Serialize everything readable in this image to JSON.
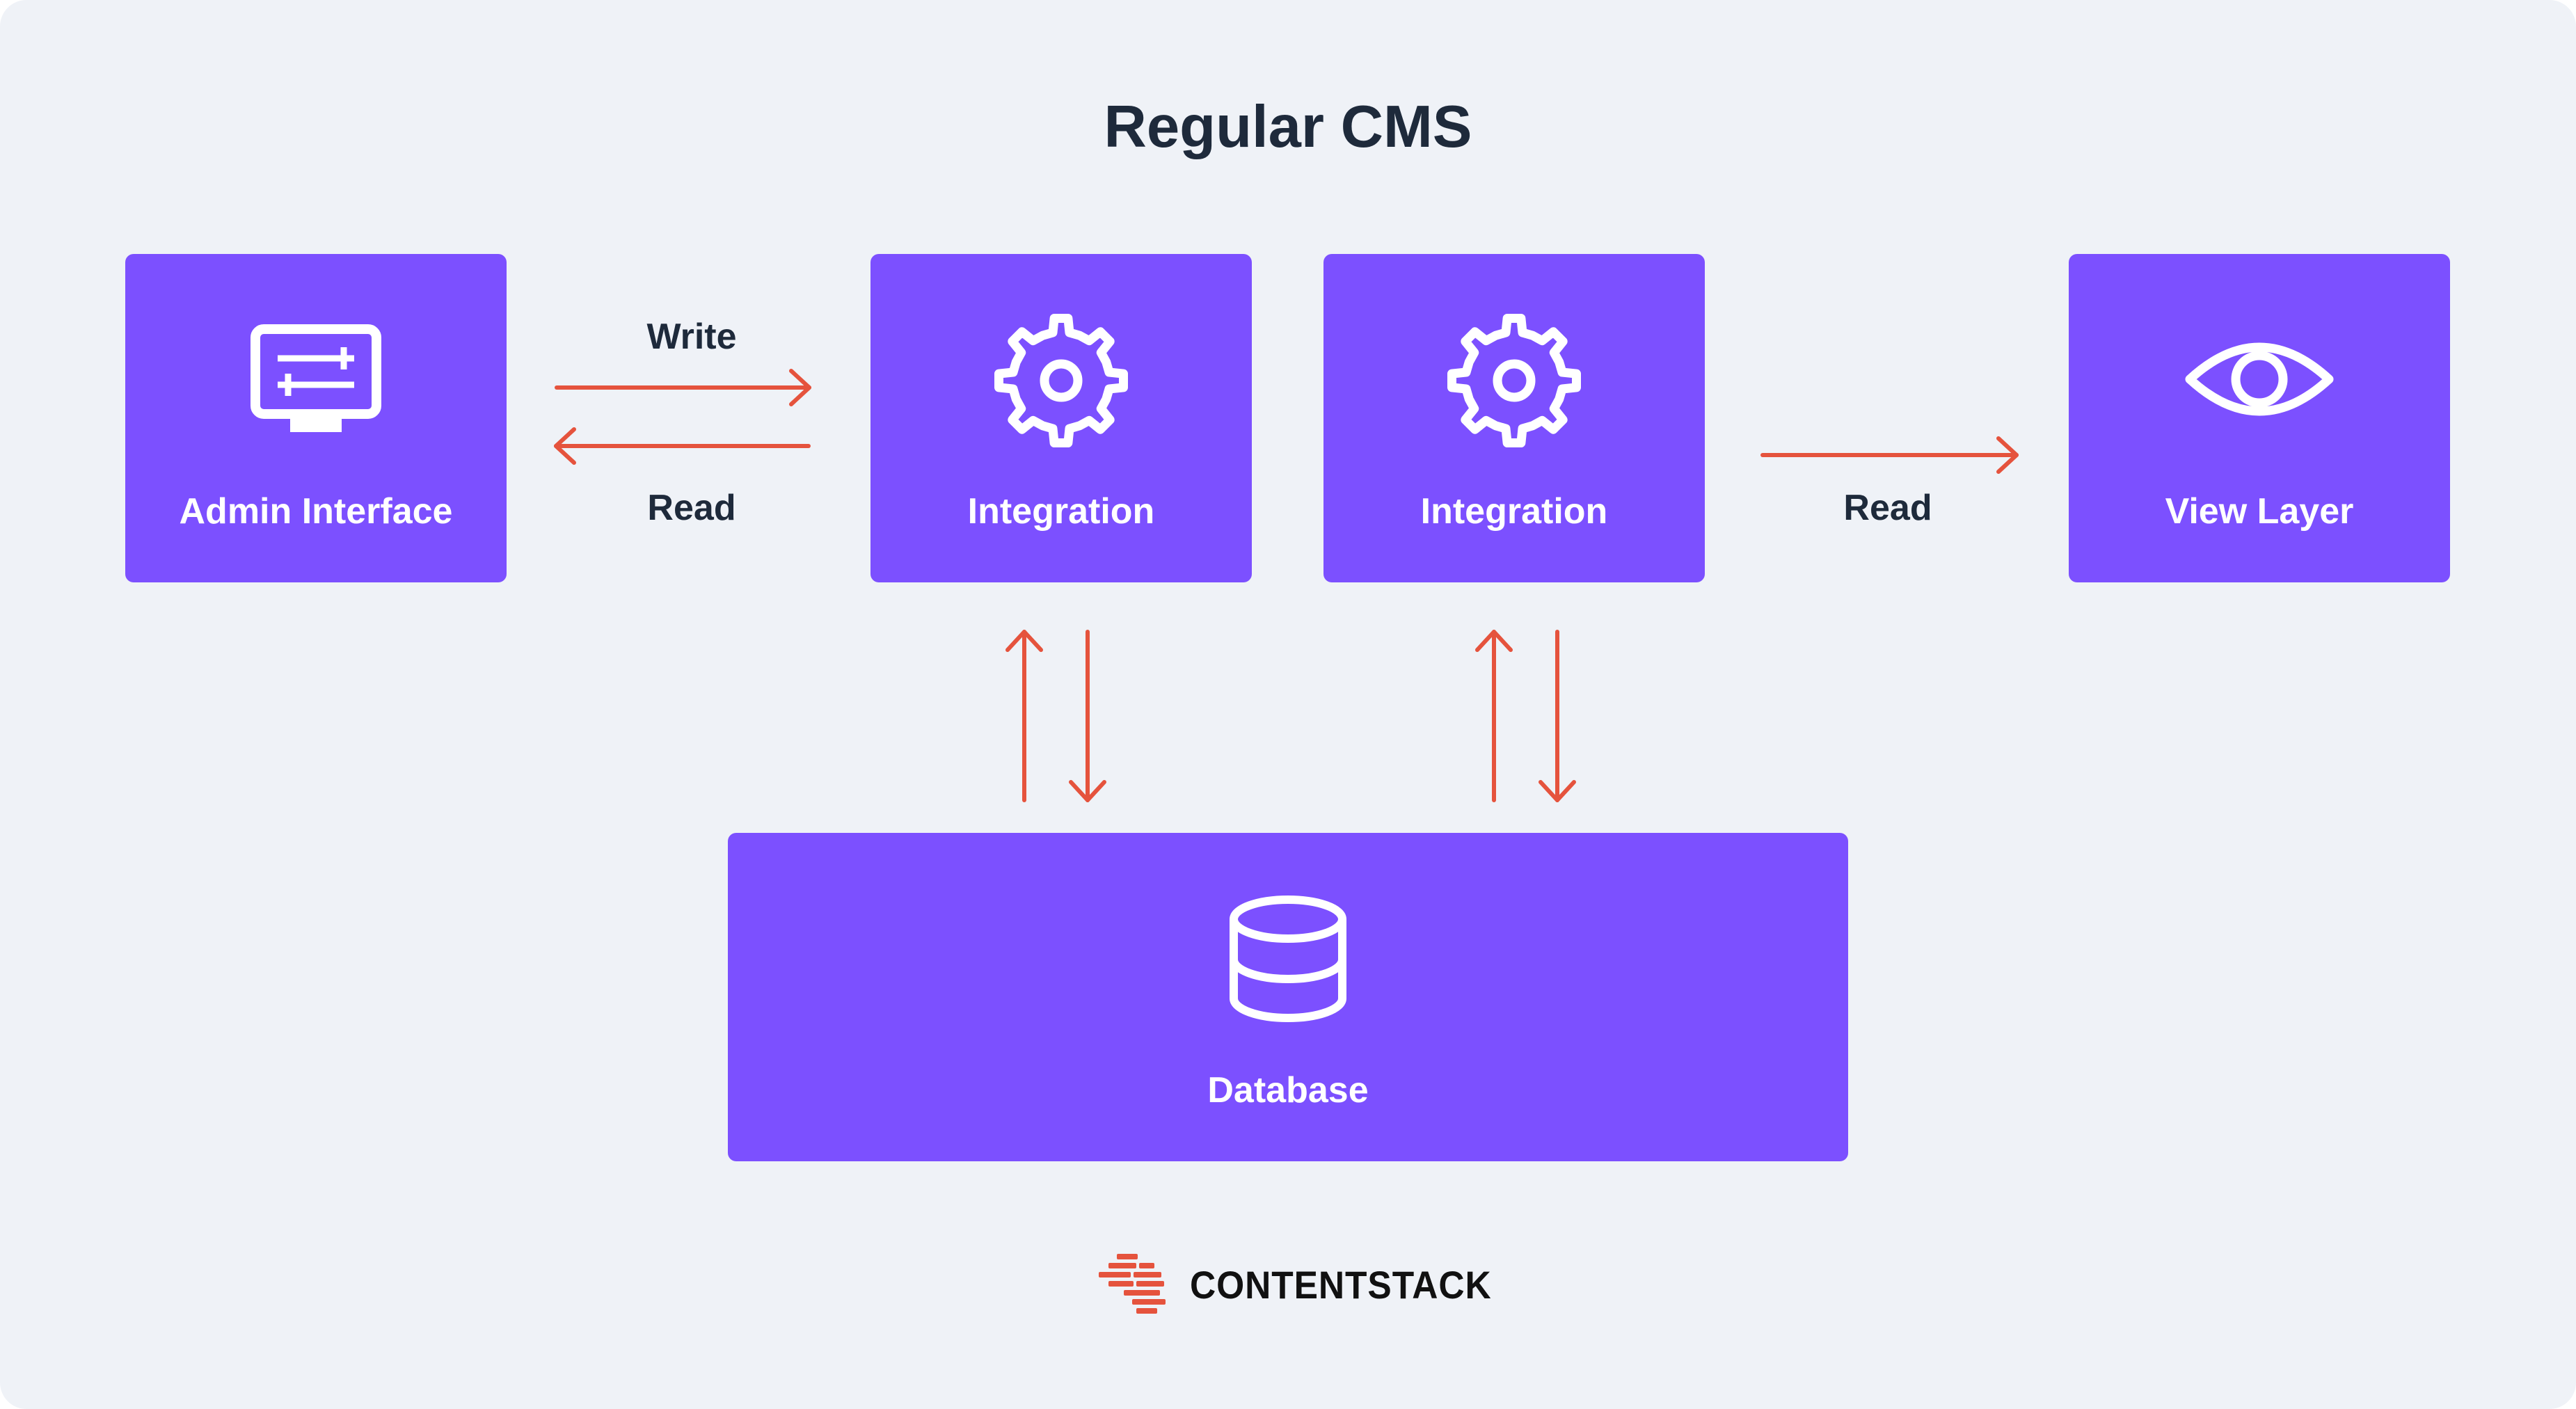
{
  "diagram": {
    "title": "Regular CMS",
    "nodes": {
      "admin": {
        "label": "Admin Interface",
        "icon": "monitor-sliders-icon"
      },
      "integration_left": {
        "label": "Integration",
        "icon": "gear-icon"
      },
      "integration_right": {
        "label": "Integration",
        "icon": "gear-icon"
      },
      "view": {
        "label": "View Layer",
        "icon": "eye-icon"
      },
      "database": {
        "label": "Database",
        "icon": "database-icon"
      }
    },
    "edges": {
      "write": "Write",
      "read_admin": "Read",
      "read_view": "Read"
    }
  },
  "brand": {
    "name": "CONTENTSTACK",
    "logo_icon": "contentstack-logo-icon"
  },
  "colors": {
    "background": "#eff2f7",
    "box": "#7c50ff",
    "arrow": "#e5533d",
    "text": "#1e2a3b"
  }
}
